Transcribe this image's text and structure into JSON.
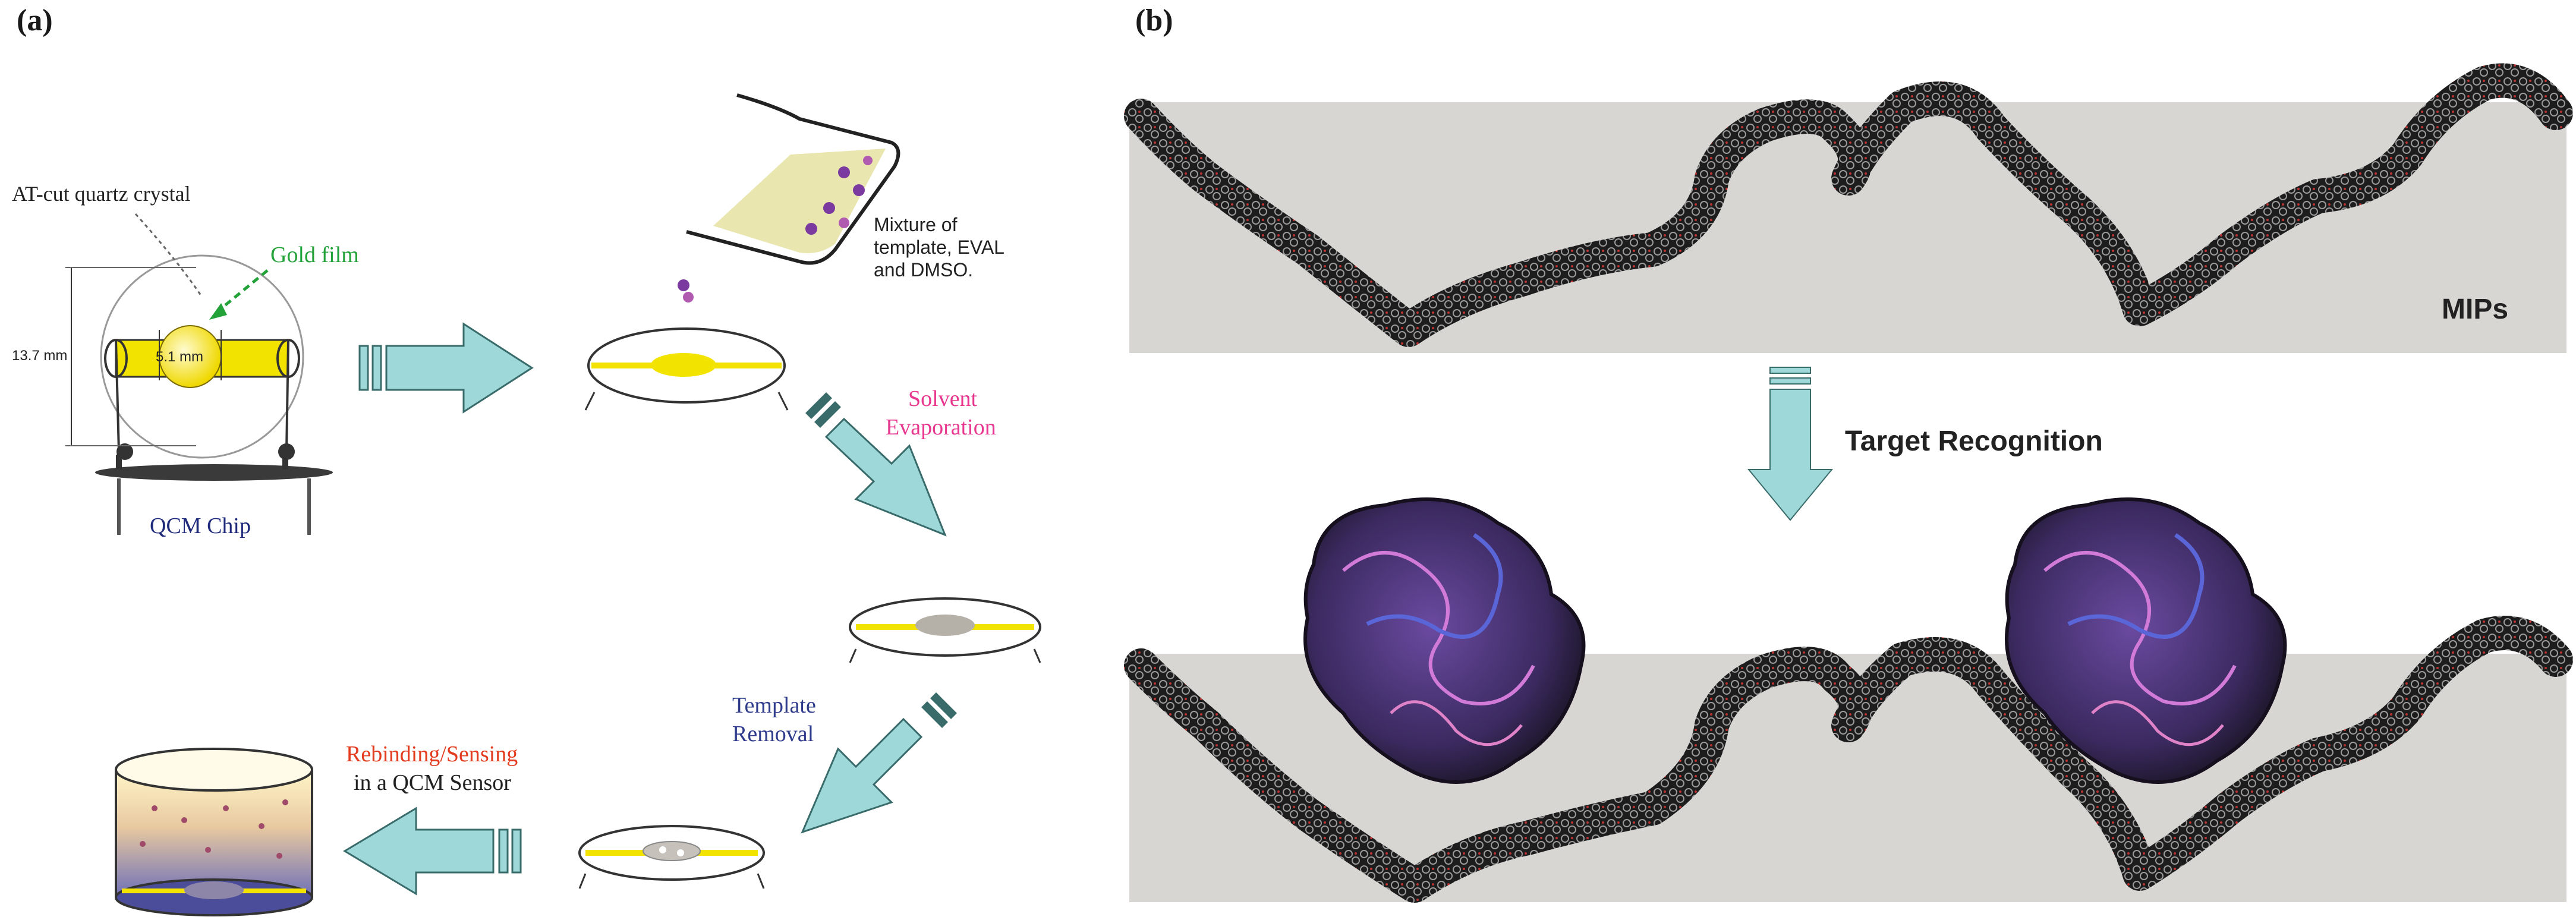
{
  "panel_a": {
    "label": "(a)",
    "crystal_label": "AT-cut quartz crystal",
    "gold_label": "Gold film",
    "dim_outer": "13.7 mm",
    "dim_inner": "5.1 mm",
    "chip_label": "QCM Chip",
    "mixture_label": [
      "Mixture of",
      "template, EVAL",
      "and DMSO."
    ],
    "step1_label": [
      "Solvent",
      "Evaporation"
    ],
    "step2_label": [
      "Template",
      "Removal"
    ],
    "step3_label": [
      "Rebinding/Sensing",
      "in a QCM Sensor"
    ]
  },
  "panel_b": {
    "label": "(b)",
    "mips_label": "MIPs",
    "recognition_label": "Target Recognition"
  },
  "colors": {
    "arrow": "#9fd8d8",
    "arrow_stroke": "#3a6b6b",
    "gold": "#f2e400",
    "gold_text": "#23a23a",
    "solvent_text": "#e8378f",
    "template_text": "#2f3c8c",
    "rebinding_text": "#e23b1e",
    "chip_text": "#1f2a7a",
    "band": "#d7d6d2",
    "polymer": "#1e1e1e",
    "protein": "#5a3f8c"
  },
  "icons": [
    "right-arrow",
    "diagonal-arrow",
    "left-arrow",
    "down-arrow",
    "pipette",
    "qcm-chip",
    "sensor-cylinder",
    "polymer-chain",
    "protein-blob"
  ]
}
